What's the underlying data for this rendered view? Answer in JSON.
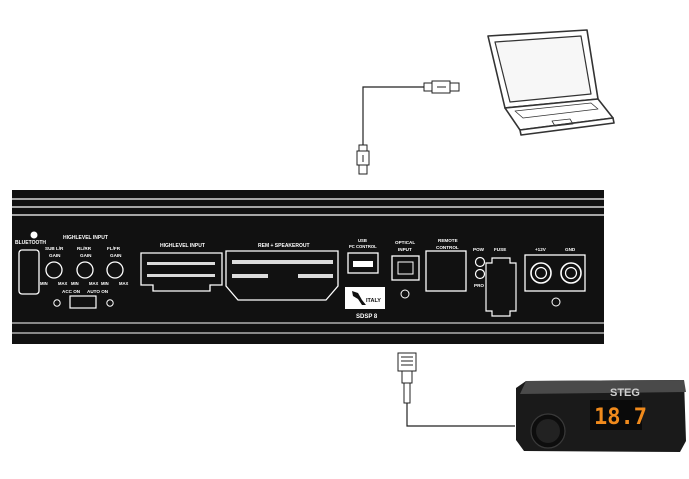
{
  "amplifier": {
    "bluetooth_label": "BLUETOOTH",
    "highlevel_header": "HIGHLEVEL INPUT",
    "gain_labels": [
      "SUB L/R",
      "RL/RR",
      "FL/FR"
    ],
    "gain_word": "GAIN",
    "min_label": "MIN",
    "max_label": "MAX",
    "acc_on_label": "ACC ON",
    "auto_on_label": "AUTO ON",
    "highlevel_input_label": "HIGHLEVEL INPUT",
    "rem_speakerout_label": "REM + SPEAKEROUT",
    "usb_label": "USB",
    "pc_control_label": "PC CONTROL",
    "optical_input_label": [
      "OPTICAL",
      "INPUT"
    ],
    "remote_control_label": [
      "REMOTE",
      "CONTROL"
    ],
    "pow_label": "POW",
    "pro_label": "PRO",
    "fuse_label": "FUSE",
    "plus12v_label": "+12V",
    "gnd_label": "GND",
    "italy_label": "ITALY",
    "model_label": "SDSP 8"
  },
  "remote": {
    "brand_label": "STEG",
    "display_value": "18.7"
  },
  "colors": {
    "panel": "#111111",
    "panel_stripe": "#ffffff",
    "display_digits": "#f08a1c",
    "laptop_outline": "#333333"
  },
  "icons": [
    "laptop-icon",
    "usb-plug-icon",
    "rj-plug-icon",
    "remote-control-icon"
  ]
}
